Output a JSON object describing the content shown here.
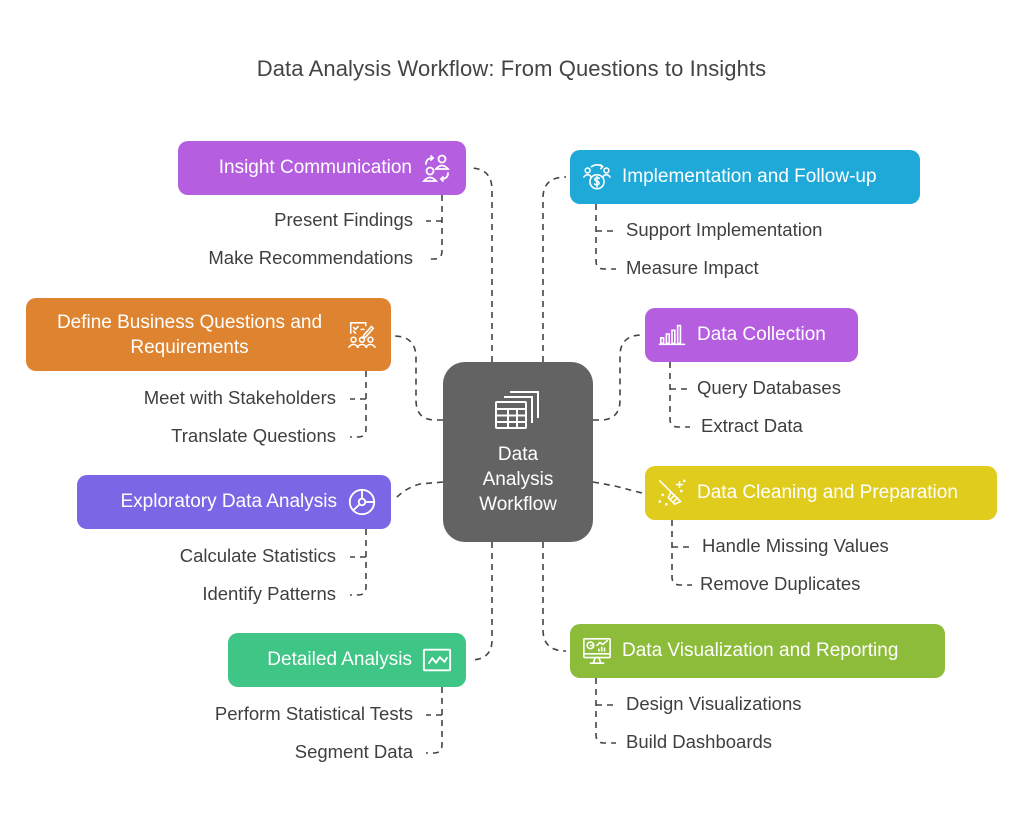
{
  "title": "Data Analysis Workflow: From Questions to Insights",
  "center": {
    "label_lines": [
      "Data",
      "Analysis",
      "Workflow"
    ],
    "icon": "stacked-table-icon",
    "color": "#636363"
  },
  "branches": [
    {
      "id": "insight-communication",
      "label": "Insight Communication",
      "icon": "people-exchange-icon",
      "color": "#b65ee0",
      "side": "left",
      "children": [
        "Present Findings",
        "Make Recommendations"
      ]
    },
    {
      "id": "define-business-questions",
      "label": "Define Business Questions and Requirements",
      "icon": "checklist-team-icon",
      "color": "#de8431",
      "side": "left",
      "children": [
        "Meet with Stakeholders",
        "Translate Questions"
      ]
    },
    {
      "id": "exploratory-data-analysis",
      "label": "Exploratory Data Analysis",
      "icon": "pie-chart-icon",
      "color": "#7b66e5",
      "side": "left",
      "children": [
        "Calculate Statistics",
        "Identify Patterns"
      ]
    },
    {
      "id": "detailed-analysis",
      "label": "Detailed Analysis",
      "icon": "line-chart-icon",
      "color": "#3fc585",
      "side": "left",
      "children": [
        "Perform Statistical Tests",
        "Segment Data"
      ]
    },
    {
      "id": "implementation-follow-up",
      "label": "Implementation and Follow-up",
      "icon": "money-cycle-icon",
      "color": "#1fa9d9",
      "side": "right",
      "children": [
        "Support Implementation",
        "Measure Impact"
      ]
    },
    {
      "id": "data-collection",
      "label": "Data Collection",
      "icon": "bar-chart-icon",
      "color": "#b65ee0",
      "side": "right",
      "children": [
        "Query Databases",
        "Extract Data"
      ]
    },
    {
      "id": "data-cleaning",
      "label": "Data Cleaning and Preparation",
      "icon": "broom-sparkle-icon",
      "color": "#dfcc1d",
      "side": "right",
      "children": [
        "Handle Missing Values",
        "Remove Duplicates"
      ]
    },
    {
      "id": "data-visualization",
      "label": "Data Visualization and Reporting",
      "icon": "monitor-dashboard-icon",
      "color": "#8cbc3a",
      "side": "right",
      "children": [
        "Design Visualizations",
        "Build Dashboards"
      ]
    }
  ],
  "connector_color": "#444444"
}
